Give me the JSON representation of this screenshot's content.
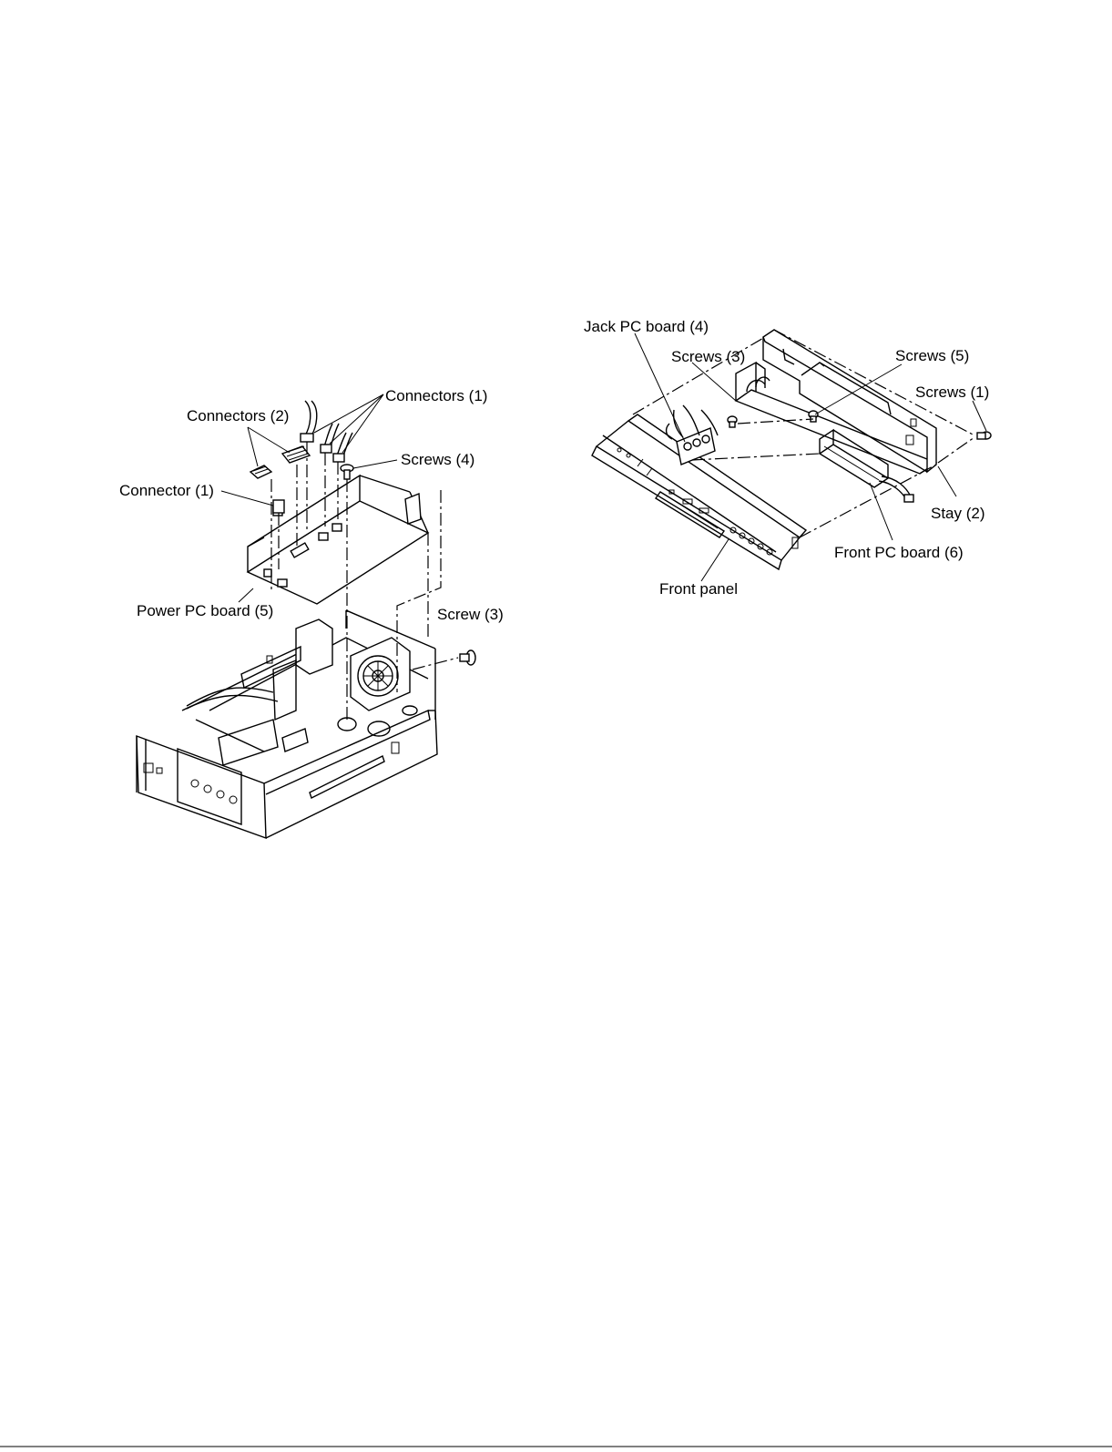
{
  "left_figure": {
    "labels": {
      "connectors_1": "Connectors (1)",
      "connectors_2": "Connectors (2)",
      "screws_4": "Screws (4)",
      "connector_1": "Connector (1)",
      "power_pc_board": "Power PC board (5)",
      "screw_3": "Screw (3)"
    }
  },
  "right_figure": {
    "labels": {
      "jack_pc_board": "Jack PC board (4)",
      "screws_3": "Screws (3)",
      "screws_5": "Screws (5)",
      "screws_1": "Screws (1)",
      "stay_2": "Stay (2)",
      "front_pc_board": "Front PC board (6)",
      "front_panel": "Front panel"
    }
  }
}
